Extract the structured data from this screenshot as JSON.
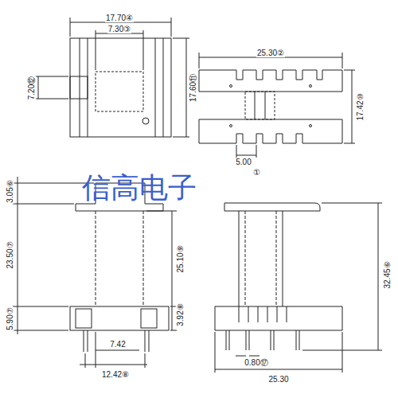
{
  "diagram": {
    "labels": [
      "17.70④",
      "7.30③",
      "7.20⑫",
      "17.60⑪",
      "25.30②",
      "17.42⑩",
      "5.00",
      "①",
      "信高电子",
      "3.05⑥",
      "23.50⑦",
      "25.10⑨",
      "3.92⑧",
      "5.90⑦",
      "7.42",
      "12.42⑧",
      "32.45⑥",
      "0.80⑰",
      "25.30"
    ]
  }
}
